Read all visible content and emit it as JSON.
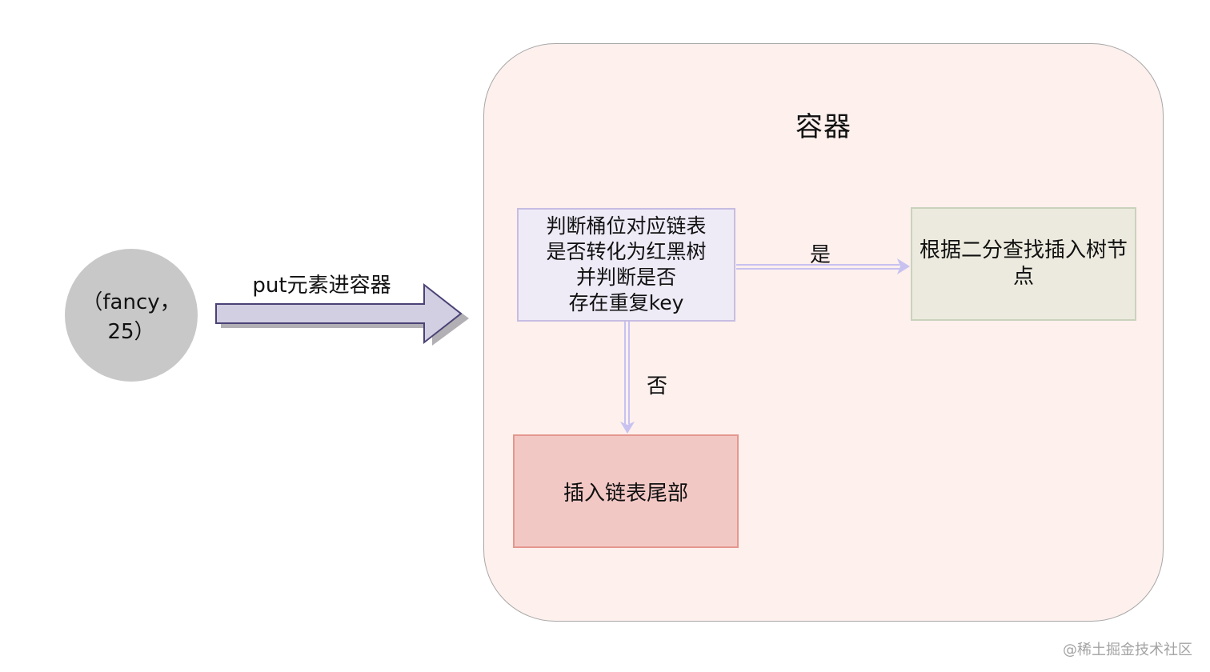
{
  "input_node": {
    "label": "（fancy，25）"
  },
  "input_arrow": {
    "label": "put元素进容器"
  },
  "container": {
    "title": "容器"
  },
  "decision_node": {
    "lines": [
      "判断桶位对应链表",
      "是否转化为红黑树",
      "并判断是否",
      "存在重复key"
    ]
  },
  "yes_edge": {
    "label": "是"
  },
  "tree_node": {
    "label": "根据二分查找插入树节点"
  },
  "no_edge": {
    "label": "否"
  },
  "list_node": {
    "label": "插入链表尾部"
  },
  "watermark": {
    "text": "@稀土掘金技术社区"
  },
  "colors": {
    "container_fill": "#fdf0ed",
    "decision_fill": "#eeebf7",
    "tree_fill": "#eceade",
    "list_fill": "#f2c8c5",
    "circle_fill": "#c8c8c8",
    "arrow_fill": "#d2cfe3",
    "connector": "#c7c2f0"
  }
}
